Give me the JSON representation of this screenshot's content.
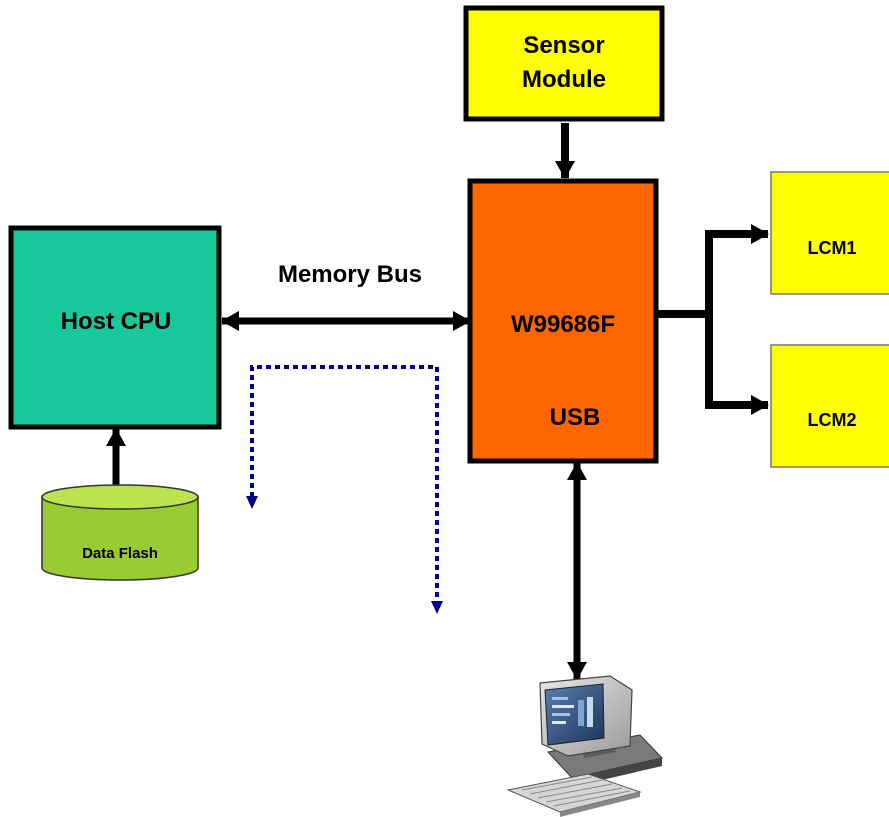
{
  "blocks": {
    "sensor": {
      "line1": "Sensor",
      "line2": "Module"
    },
    "host_cpu": {
      "label": "Host CPU"
    },
    "w99686f": {
      "label": "W99686F",
      "sub_label": "USB"
    },
    "lcm1": {
      "label": "LCM1"
    },
    "lcm2": {
      "label": "LCM2"
    },
    "data_flash": {
      "label": "Data Flash"
    }
  },
  "connections": {
    "memory_bus": {
      "label": "Memory Bus"
    }
  },
  "icons": {
    "pc": "desktop-computer-icon"
  },
  "colors": {
    "sensor": "#ffff00",
    "host_cpu": "#19c89a",
    "w99686f": "#ff6600",
    "lcm": "#ffff00",
    "data_flash": "#99cc33",
    "dotted_path": "#00008b"
  }
}
